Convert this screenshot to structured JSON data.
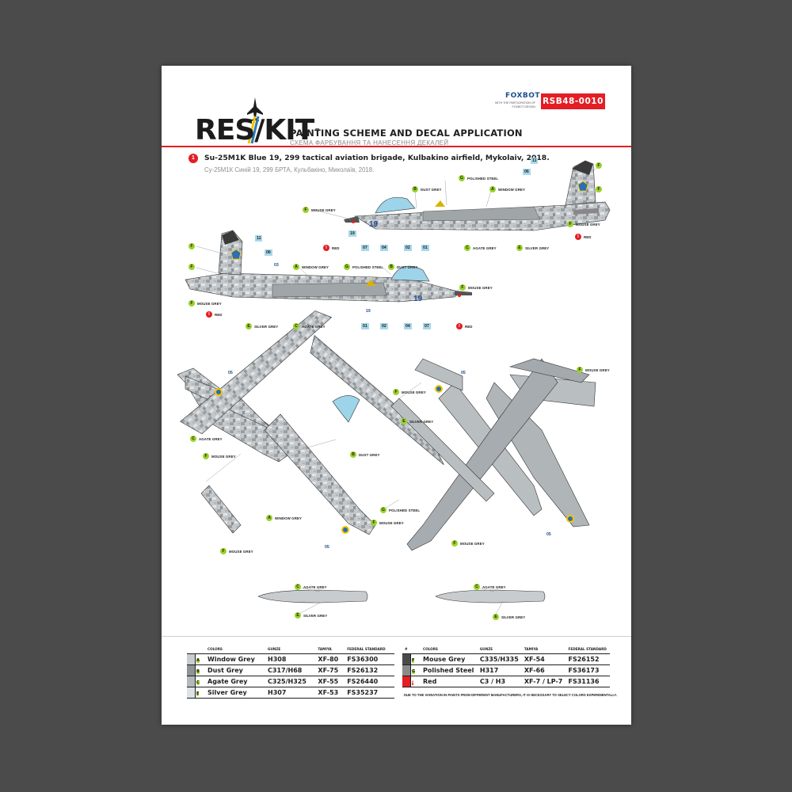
{
  "header": {
    "logo_text": "RES/KIT",
    "logo_tm": "™",
    "title_en": "PAINTING SCHEME AND DECAL APPLICATION",
    "title_ua": "СХЕМА ФАРБУВАННЯ ТА НАНЕСЕННЯ ДЕКАЛЕЙ",
    "partner_name": "FOXBOT",
    "partner_sub": "WITH THE PARTICIPATION OF FOXBOT DESIGN",
    "product_code": "RSB48-0010",
    "accent_color": "#e31e24"
  },
  "profile": {
    "number": "1",
    "caption_en": "Su-25M1K Blue 19, 299 tactical aviation brigade, Kulbakino airfield, Mykolaiv, 2018.",
    "caption_ua": "Су-25М1К Синій 19, 299 БРТА, Кульбакіно, Миколаїв, 2018."
  },
  "callouts": {
    "top_side": [
      {
        "letter": "F",
        "label": ""
      },
      {
        "letter": "F",
        "label": ""
      },
      {
        "letter": "B",
        "label": "DUST GREY"
      },
      {
        "letter": "G",
        "label": "POLISHED STEEL"
      },
      {
        "letter": "A",
        "label": "WINDOW GREY"
      },
      {
        "letter": "F",
        "label": "MOUSE GREY"
      },
      {
        "letter": "F",
        "label": "MOUSE GREY"
      },
      {
        "letter": "I",
        "label": "RED"
      },
      {
        "letter": "I",
        "label": "RED"
      },
      {
        "letter": "C",
        "label": "AGATE GREY"
      },
      {
        "letter": "E",
        "label": "SILVER GREY"
      }
    ],
    "bottom_side": [
      {
        "letter": "F",
        "label": ""
      },
      {
        "letter": "F",
        "label": ""
      },
      {
        "letter": "A",
        "label": "WINDOW GREY"
      },
      {
        "letter": "G",
        "label": "POLISHED STEEL"
      },
      {
        "letter": "B",
        "label": "DUST GREY"
      },
      {
        "letter": "F",
        "label": "MOUSE GREY"
      },
      {
        "letter": "F",
        "label": "MOUSE GREY"
      },
      {
        "letter": "I",
        "label": "RED"
      },
      {
        "letter": "E",
        "label": "SILVER GREY"
      },
      {
        "letter": "C",
        "label": "AGATE GREY"
      },
      {
        "letter": "I",
        "label": "RED"
      }
    ],
    "top_view": [
      {
        "letter": "C",
        "label": "AGATE GREY"
      },
      {
        "letter": "F",
        "label": "MOUSE GREY"
      },
      {
        "letter": "B",
        "label": "DUST GREY"
      },
      {
        "letter": "A",
        "label": "WINDOW GREY"
      },
      {
        "letter": "F",
        "label": "MOUSE GREY"
      },
      {
        "letter": "F",
        "label": "MOUSE GREY"
      }
    ],
    "bottom_view": [
      {
        "letter": "F",
        "label": "MOUSE GREY"
      },
      {
        "letter": "F",
        "label": "MOUSE GREY"
      },
      {
        "letter": "E",
        "label": "SILVER GREY"
      },
      {
        "letter": "G",
        "label": "POLISHED STEEL"
      },
      {
        "letter": "F",
        "label": "MOUSE GREY"
      }
    ],
    "tanks": [
      {
        "letter": "C",
        "label": "AGATE GREY"
      },
      {
        "letter": "E",
        "label": "SILVER GREY"
      },
      {
        "letter": "C",
        "label": "AGATE GREY"
      },
      {
        "letter": "E",
        "label": "SILVER GREY"
      }
    ]
  },
  "decals": {
    "side_top": [
      "11",
      "06",
      "19",
      "07",
      "04",
      "02",
      "01"
    ],
    "side_bottom": [
      "11",
      "06",
      "03",
      "19",
      "01",
      "02",
      "04",
      "07"
    ],
    "plan": [
      "05",
      "05",
      "05",
      "05"
    ]
  },
  "color_table": {
    "headers_left": [
      "COLORS",
      "GUNZE",
      "TAMIYA",
      "FEDERAL STANDARD"
    ],
    "headers_right": [
      "#",
      "COLORS",
      "GUNZE",
      "TAMIYA",
      "FEDERAL STANDARD"
    ],
    "left_rows": [
      {
        "letter": "A",
        "name": "Window Grey",
        "gunze": "H308",
        "tamiya": "XF-80",
        "fs": "FS36300",
        "swatch": "#c9cdd0"
      },
      {
        "letter": "B",
        "name": "Dust Grey",
        "gunze": "C317/H68",
        "tamiya": "XF-75",
        "fs": "FS26132",
        "swatch": "#8e9396"
      },
      {
        "letter": "C",
        "name": "Agate Grey",
        "gunze": "C325/H325",
        "tamiya": "XF-55",
        "fs": "FS26440",
        "swatch": "#b4b8ba"
      },
      {
        "letter": "E",
        "name": "Silver Grey",
        "gunze": "H307",
        "tamiya": "XF-53",
        "fs": "FS35237",
        "swatch": "#dfe2e4"
      }
    ],
    "right_rows": [
      {
        "letter": "F",
        "name": "Mouse Grey",
        "gunze": "C335/H335",
        "tamiya": "XF-54",
        "fs": "FS26152",
        "swatch": "#4a4a4a"
      },
      {
        "letter": "G",
        "name": "Polished Steel",
        "gunze": "H317",
        "tamiya": "XF-66",
        "fs": "FS36173",
        "swatch": "#8a8a8a"
      },
      {
        "letter": "I",
        "name": "Red",
        "gunze": "C3 / H3",
        "tamiya": "XF-7 / LP-7",
        "fs": "FS31136",
        "swatch": "#e31e24"
      }
    ],
    "note": "DUE TO THE VARIATION IN PAINTS FROM DIFFERENT MANUFACTURERS, IT IS NECESSARY TO SELECT COLORS EXPERIMENTALLY."
  }
}
